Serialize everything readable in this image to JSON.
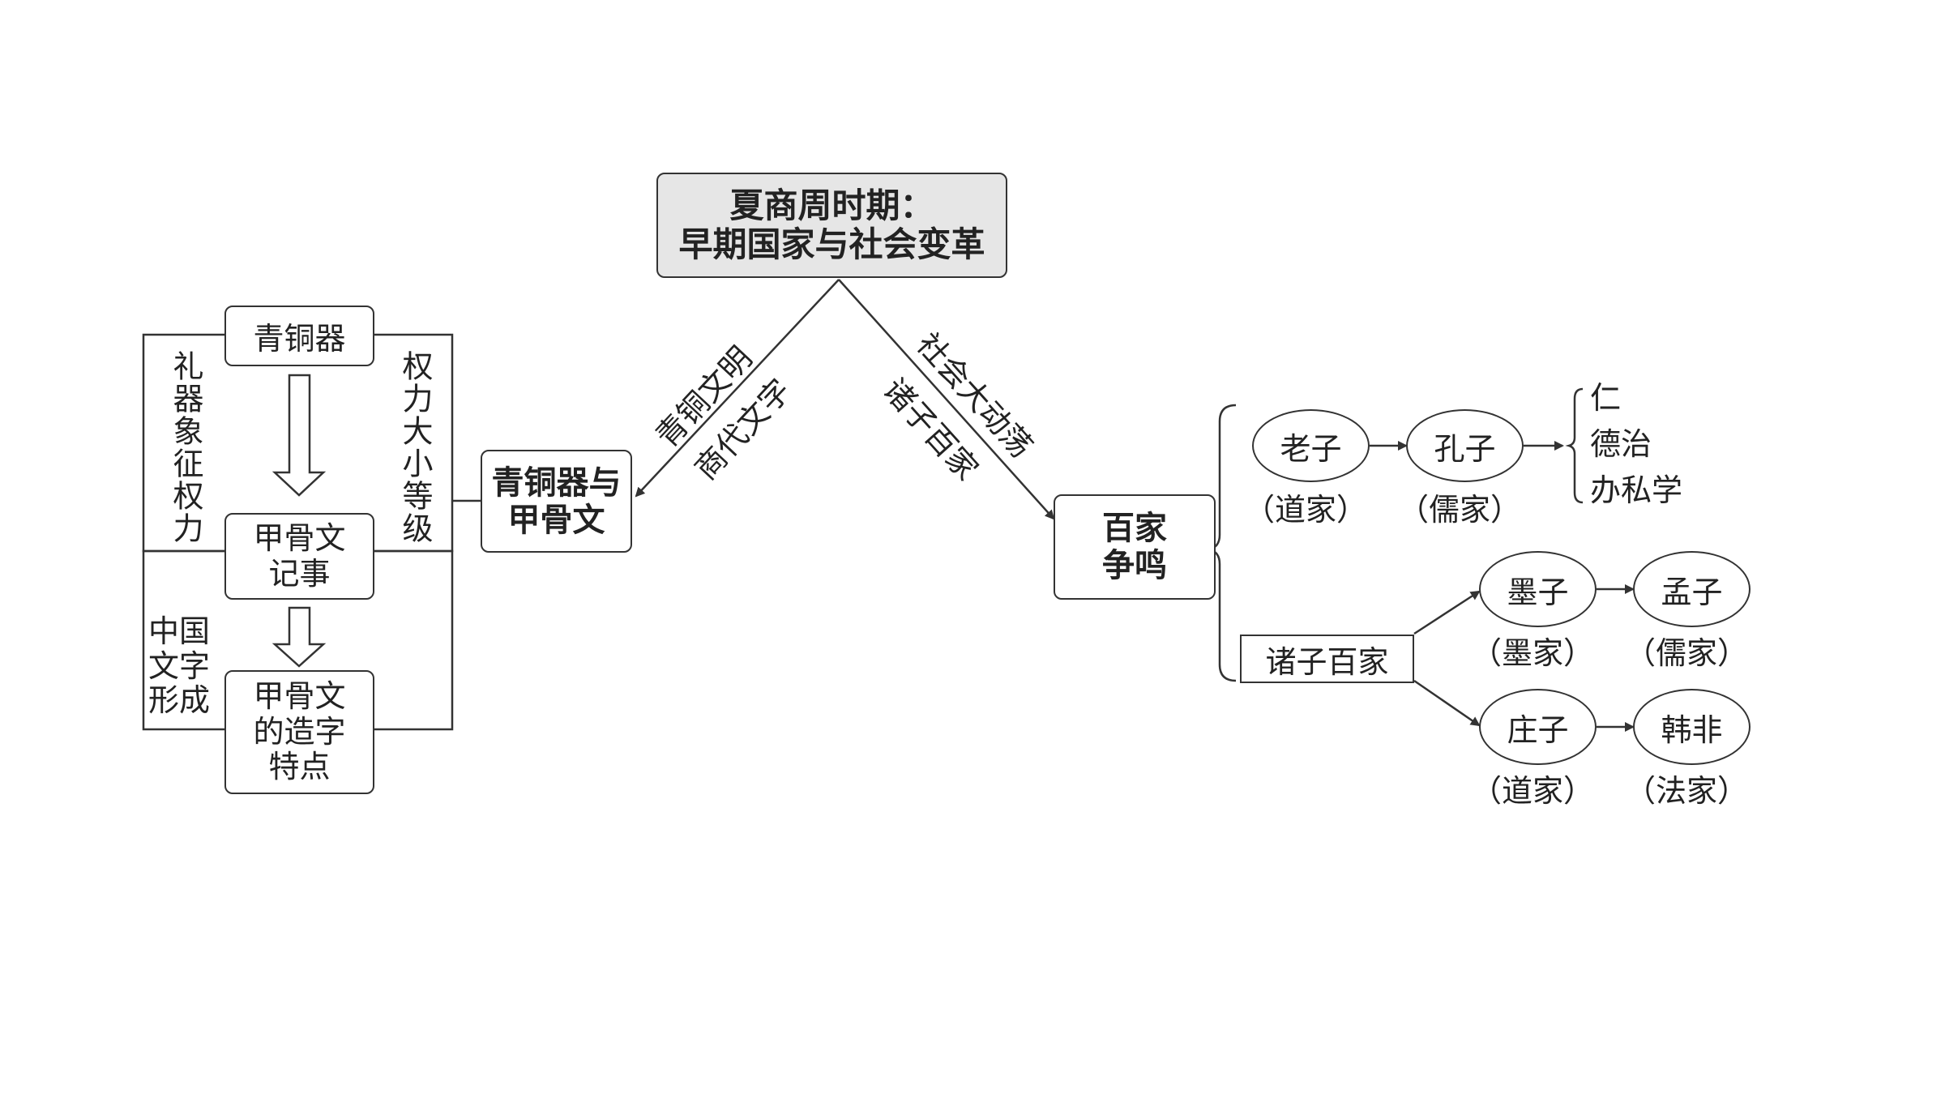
{
  "top": {
    "title": "夏商周时期：\n早期国家与社会变革"
  },
  "branches": {
    "left_label_1": "青铜文明",
    "left_label_2": "商代文字",
    "right_label_1": "社会大动荡",
    "right_label_2": "诸子百家"
  },
  "left": {
    "main": "青铜器与\n甲骨文",
    "bronze": "青铜器",
    "oracle": "甲骨文\n记事",
    "oracle_features": "甲骨文\n的造字\n特点",
    "side_ritual": "礼器象征权力",
    "side_power": "权力大小等级",
    "side_writing": "中国\n文字\n形成"
  },
  "right": {
    "main": "百家\n争鸣",
    "laozi": "老子",
    "laozi_school": "（道家）",
    "kongzi": "孔子",
    "kongzi_school": "（儒家）",
    "confucius_ideas": [
      "仁",
      "德治",
      "办私学"
    ],
    "zhuzi": "诸子百家",
    "mozi": "墨子",
    "mozi_school": "（墨家）",
    "mengzi": "孟子",
    "mengzi_school": "（儒家）",
    "zhuangzi": "庄子",
    "zhuangzi_school": "（道家）",
    "hanfei": "韩非",
    "hanfei_school": "（法家）"
  }
}
